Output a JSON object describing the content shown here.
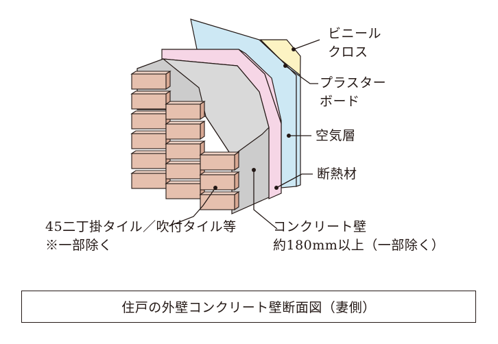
{
  "labels": {
    "vinyl_cloth": [
      "ビニール",
      "クロス"
    ],
    "plaster_board": [
      "プラスター",
      "ボード"
    ],
    "air_layer": "空気層",
    "insulation": "断熱材",
    "tile": [
      "45二丁掛タイル／吹付タイル等",
      "※一部除く"
    ],
    "concrete_wall": [
      "コンクリート壁",
      "約180mm以上（一部除く）"
    ]
  },
  "caption": "住戸の外壁コンクリート壁断面図（妻側）",
  "colors": {
    "vinyl_cloth": "#fcf3c3",
    "plaster_board": "#f6d6e6",
    "air_layer": "#cde8f4",
    "concrete": "#cccccc",
    "brick": "#e6c0ae",
    "outline": "#231815"
  }
}
